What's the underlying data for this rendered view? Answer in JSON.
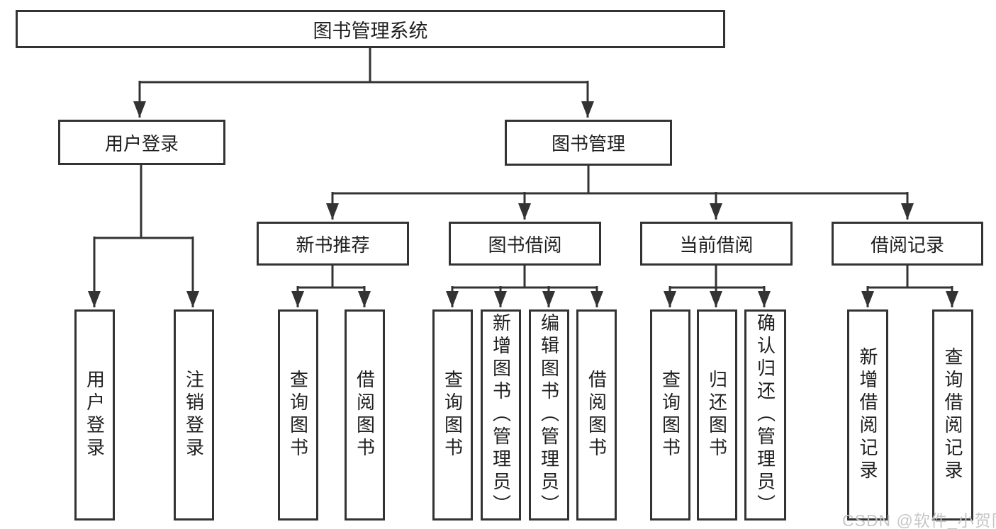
{
  "diagram": {
    "root": {
      "label": "图书管理系统"
    },
    "level2": [
      {
        "label": "用户登录"
      },
      {
        "label": "图书管理"
      }
    ],
    "level3": [
      {
        "label": "新书推荐"
      },
      {
        "label": "图书借阅"
      },
      {
        "label": "当前借阅"
      },
      {
        "label": "借阅记录"
      }
    ],
    "leaves": [
      {
        "label": "用户登录"
      },
      {
        "label": "注销登录"
      },
      {
        "label": "查询图书"
      },
      {
        "label": "借阅图书"
      },
      {
        "label": "查询图书"
      },
      {
        "label": "新增图书（管理员）"
      },
      {
        "label": "编辑图书（管理员）"
      },
      {
        "label": "借阅图书"
      },
      {
        "label": "查询图书"
      },
      {
        "label": "归还图书"
      },
      {
        "label": "确认归还（管理员）"
      },
      {
        "label": "新增借阅记录"
      },
      {
        "label": "查询借阅记录"
      }
    ],
    "watermark": "CSDN @软件_小贺同学",
    "colors": {
      "line": "#333333",
      "text": "#1f1f1f",
      "watermark": "#c3c3c3",
      "background": "#ffffff"
    }
  }
}
